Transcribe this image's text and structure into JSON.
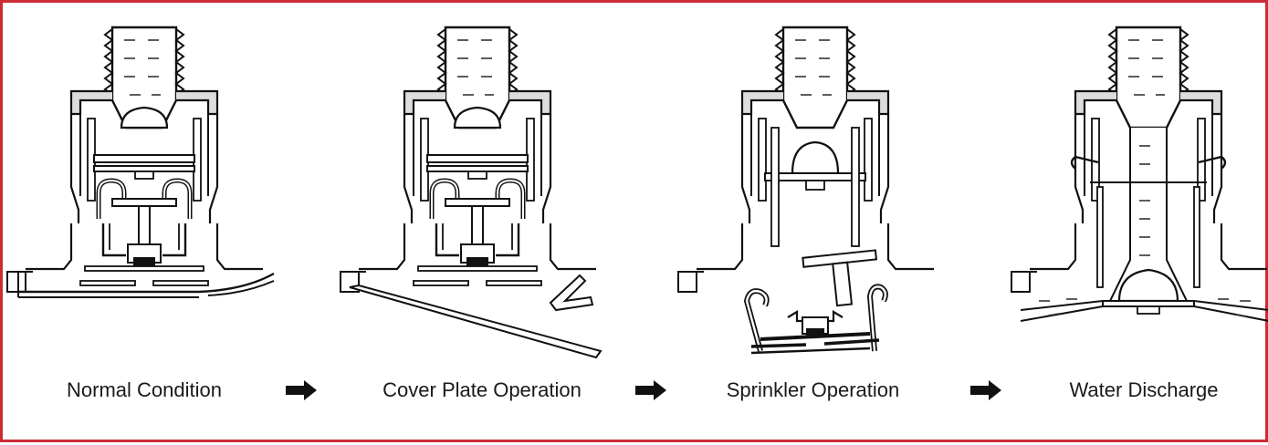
{
  "colors": {
    "border": "#cc2b35",
    "line": "#111111",
    "water_dash": "#333333"
  },
  "stages": [
    {
      "label": "Normal Condition"
    },
    {
      "label": "Cover Plate Operation"
    },
    {
      "label": "Sprinkler Operation"
    },
    {
      "label": "Water Discharge"
    }
  ],
  "arrows": [
    {
      "icon": "right-arrow-icon"
    },
    {
      "icon": "right-arrow-icon"
    },
    {
      "icon": "right-arrow-icon"
    }
  ]
}
